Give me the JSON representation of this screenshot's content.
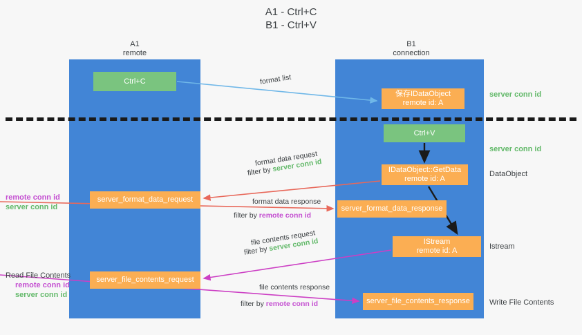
{
  "title": "A1 - Ctrl+C\nB1 - Ctrl+V",
  "colors": {
    "lane": "#4285d6",
    "green_box": "#7ac47f",
    "orange_box": "#fbae53",
    "server_conn_id": "#63b96a",
    "remote_conn_id": "#c44fd1",
    "format_list_arrow": "#6fb7e8",
    "format_data_arrow": "#e8685a",
    "file_contents_arrow": "#cc3fc4",
    "internal_arrow": "#1a1a1a",
    "divider": "#1a1a1a",
    "background": "#f7f7f7"
  },
  "columns": [
    {
      "name": "A1",
      "sub": "remote"
    },
    {
      "name": "B1",
      "sub": "connection"
    }
  ],
  "boxes": {
    "ctrl_c": "Ctrl+C",
    "idataobject": "保存IDataObject\nremote id: A",
    "ctrl_v": "Ctrl+V",
    "getdata": "IDataObject::GetData\nremote id: A",
    "server_format_data_request": "server_format_data_request",
    "server_format_data_response": "server_format_data_response",
    "istream": "IStream\nremote id: A",
    "server_file_contents_request": "server_file_contents_request",
    "server_file_contents_response": "server_file_contents_response"
  },
  "side_labels": {
    "server_conn_id_1": "server conn id",
    "server_conn_id_2": "server conn id",
    "dataobject": "DataObject",
    "istream": "Istream",
    "write_file_contents": "Write File Contents",
    "read_file_contents": "Read File Contents",
    "remote_conn_id": "remote conn id",
    "server_conn_id": "server conn id"
  },
  "annotations": {
    "format_list": "format list",
    "format_data_request": "format data request",
    "format_data_request_filter_prefix": "filter by ",
    "format_data_request_filter_value": "server conn id",
    "format_data_response": "format data response",
    "format_data_response_filter_prefix": "filter by ",
    "format_data_response_filter_value": "remote conn id",
    "file_contents_request": "file contents request",
    "file_contents_request_filter_prefix": "filter by ",
    "file_contents_request_filter_value": "server conn id",
    "file_contents_response": "file contents response",
    "file_contents_response_filter_prefix": "filter by ",
    "file_contents_response_filter_value": "remote conn id"
  }
}
